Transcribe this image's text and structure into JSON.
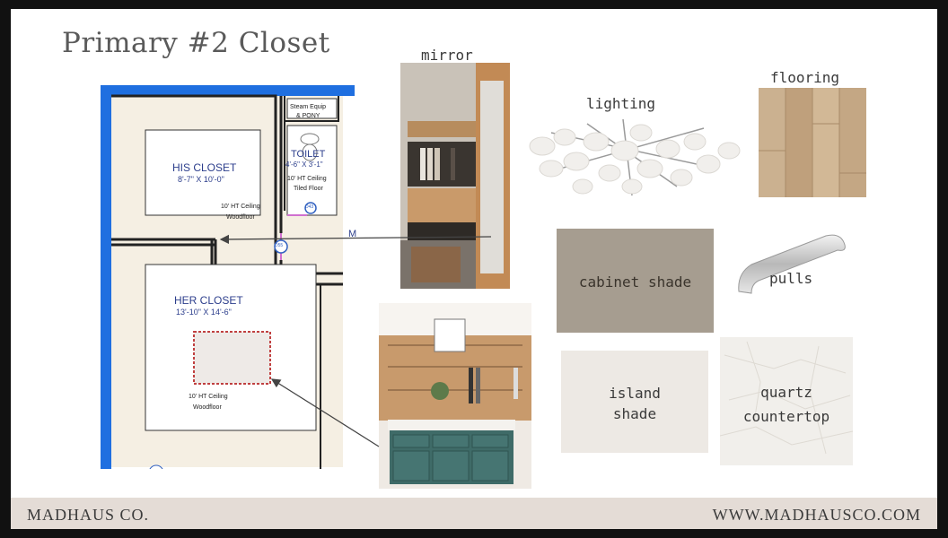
{
  "slide": {
    "title": "Primary #2 Closet",
    "footer": {
      "brand": "MADHAUS CO.",
      "url": "WWW.MADHAUSCO.COM"
    }
  },
  "labels": {
    "mirror": "mirror",
    "lighting": "lighting",
    "flooring": "flooring",
    "pulls": "pulls",
    "cabinet_shade": "cabinet shade",
    "island_shade_1": "island",
    "island_shade_2": "shade",
    "quartz_1": "quartz",
    "quartz_2": "countertop"
  },
  "floorplan": {
    "his_closet": "HIS CLOSET",
    "his_dims": "8'-7\" X 10'-0\"",
    "his_ceiling_1": "10' HT Ceiling",
    "his_ceiling_2": "Woodfloor",
    "toilet": "TOILET",
    "toilet_dims": "4'-6\" X 3'-1\"",
    "toilet_ceiling_1": "10' HT Ceiling",
    "toilet_ceiling_2": "Tiled Floor",
    "steam": "Steam Equip",
    "steam_sub": "& PONY",
    "door_tag_1": "D43",
    "door_tag_2": "D55",
    "her_closet": "HER CLOSET",
    "her_dims": "13'-10\" X 14'-6\"",
    "her_ceiling_1": "10' HT Ceiling",
    "her_ceiling_2": "Woodfloor",
    "edge_letter": "M"
  },
  "colors": {
    "cabinet_shade": "#a69d90",
    "island_shade": "#ede9e4",
    "plan_blue": "#1f6fe0",
    "plan_fill": "#f5efe3",
    "footer": "#e4dcd6"
  }
}
